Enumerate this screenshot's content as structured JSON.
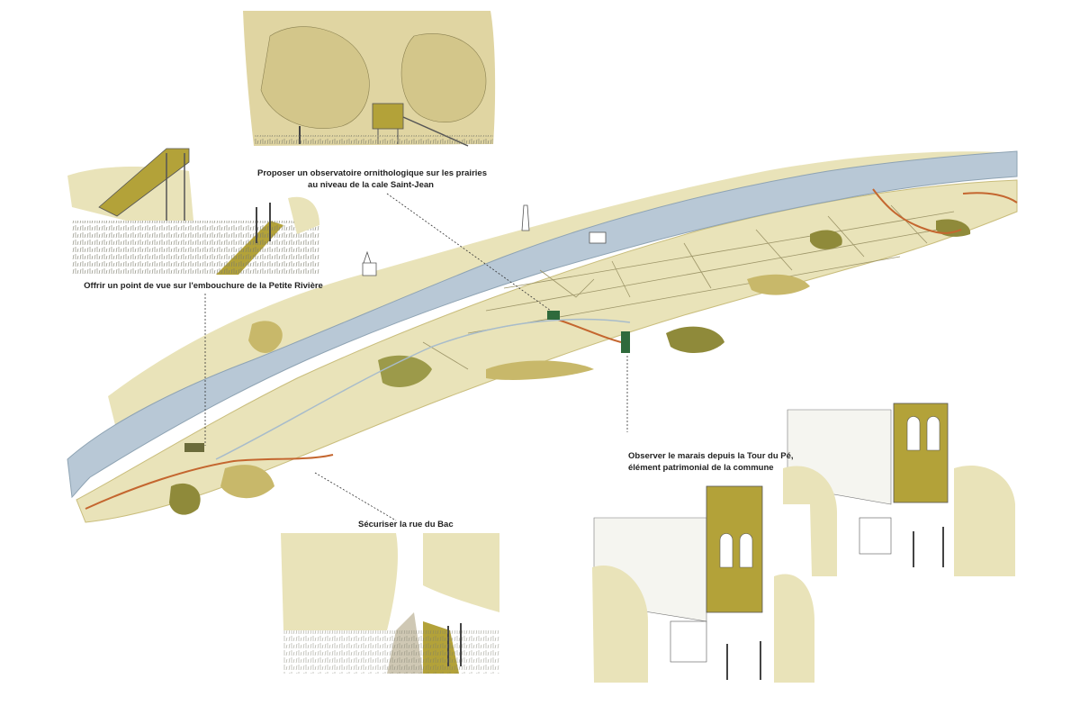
{
  "captions": {
    "observatoire": {
      "line1": "Proposer un observatoire ornithologique sur les prairies",
      "line2": "au niveau de la cale Saint-Jean"
    },
    "point_de_vue": {
      "line1": "Offrir un point de vue sur l'embouchure de la Petite Rivière"
    },
    "tour_du_pe": {
      "line1": "Observer le marais depuis la Tour du Pé,",
      "line2": "élément patrimonial de la commune"
    },
    "rue_du_bac": {
      "line1": "Sécuriser la rue du Bac"
    }
  },
  "colors": {
    "land": "#e9e3b9",
    "vegetation": "#c8b86a",
    "dark_vegetation": "#8f8a3a",
    "river": "#b8c8d6",
    "path": "#c4662f",
    "accent_green": "#2f6a3c",
    "tower": "#b3a239",
    "ink": "#3a3a3a"
  }
}
